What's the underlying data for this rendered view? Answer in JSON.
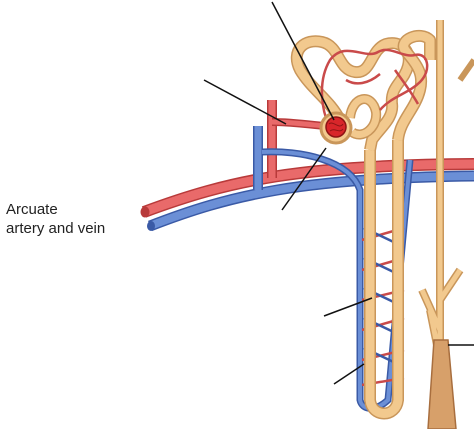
{
  "labels": {
    "arcuate_line1": "Arcuate",
    "arcuate_line2": "artery and vein"
  },
  "colors": {
    "artery": "#e96a6a",
    "artery_dark": "#b83a3a",
    "vein": "#6b8fd6",
    "vein_dark": "#3a5aa6",
    "tubule": "#f2c98e",
    "tubule_dark": "#c9965a",
    "duct": "#d7a06a",
    "duct_dark": "#a86e3e",
    "glomerulus": "#d8262a",
    "leader": "#111111"
  },
  "structures": [
    "afferent-arteriole",
    "efferent-arteriole",
    "glomerulus",
    "proximal-convoluted-tubule",
    "distal-convoluted-tubule",
    "loop-of-henle",
    "vasa-recta",
    "peritubular-capillaries",
    "collecting-duct",
    "arcuate-artery",
    "arcuate-vein",
    "interlobular-vein"
  ],
  "leader_lines_unlabeled": 6
}
